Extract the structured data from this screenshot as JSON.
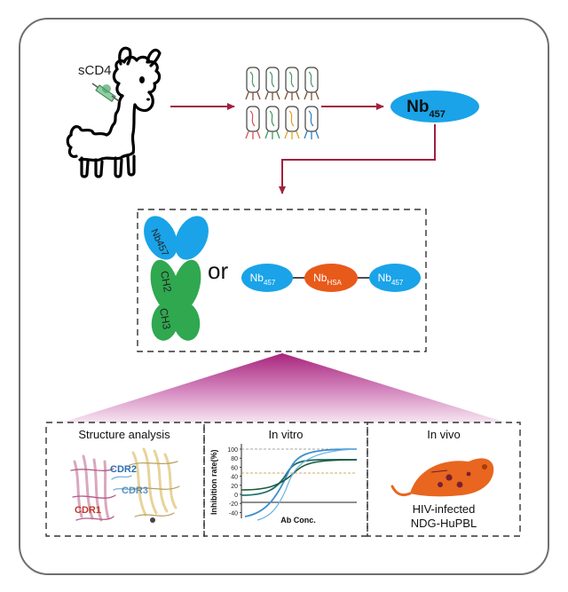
{
  "labels": {
    "antigen": "sCD4",
    "nb_main": "Nb",
    "nb_sub": "457",
    "or_word": "or",
    "fusion_nb": "Nb",
    "fusion_nb_sub": "457",
    "fusion_hsa": "Nb",
    "fusion_hsa_sub": "HSA",
    "fc_nb_label": "Nb457",
    "fc_ch2": "CH2",
    "fc_ch3": "CH3",
    "panel_structure_title": "Structure analysis",
    "panel_invitro_title": "In vitro",
    "panel_invivo_title": "In vivo",
    "cdr1": "CDR1",
    "cdr2": "CDR2",
    "cdr3": "CDR3",
    "invivo_line1": "HIV-infected",
    "invivo_line2": "NDG-HuPBL"
  },
  "mini_chart": {
    "ylabel": "Inhibition rate(%)",
    "xlabel": "Ab  Conc.",
    "yticks": [
      "100",
      "80",
      "60",
      "40",
      "20",
      "0",
      "-20",
      "-40"
    ]
  },
  "colors": {
    "frame": "#6f6f6f",
    "arrow": "#a0213f",
    "nanobody_blue": "#1aa3e8",
    "hsa_orange": "#e85a1a",
    "fc_green": "#2fa84f",
    "funnel_top": "#b02a86",
    "mouse_orange": "#e8661f",
    "curve_teal": "#1f6e6a",
    "curve_blue": "#3c8fd0",
    "curve_darkgreen": "#1f5a3a",
    "cdr1_red": "#c0392b",
    "cdr_blue": "#2a6fb0"
  }
}
